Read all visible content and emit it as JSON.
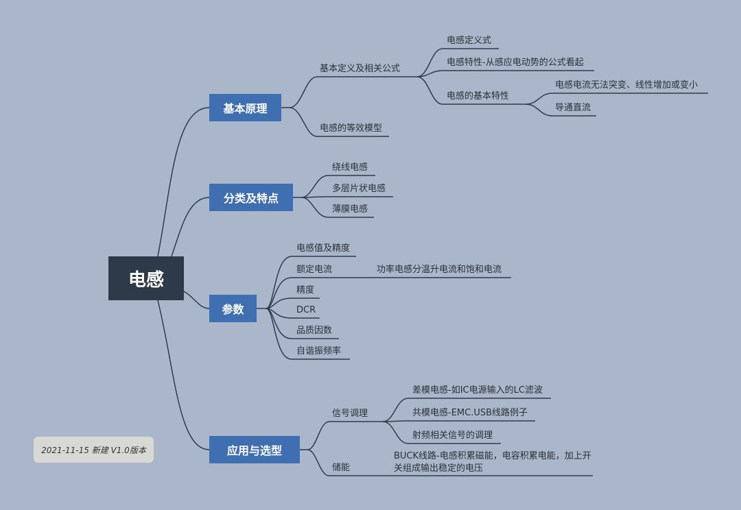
{
  "root": "电感",
  "branches": {
    "b1": "基本原理",
    "b2": "分类及特点",
    "b3": "参数",
    "b4": "应用与选型"
  },
  "nodes": {
    "n1": "基本定义及相关公式",
    "n1a": "电感定义式",
    "n1b": "电感特性-从感应电动势的公式看起",
    "n1c": "电感的基本特性",
    "n1c1": "电感电流无法突变、线性增加或变小",
    "n1c2": "导通直流",
    "n2": "电感的等效模型",
    "n3": "绕线电感",
    "n4": "多层片状电感",
    "n5": "薄膜电感",
    "n6": "电感值及精度",
    "n7": "额定电流",
    "n7a": "功率电感分温升电流和饱和电流",
    "n8": "精度",
    "n9": "DCR",
    "n10": "品质因数",
    "n11": "自谐振频率",
    "n12": "信号调理",
    "n12a": "差模电感-如IC电源输入的LC滤波",
    "n12b": "共模电感-EMC.USB线路例子",
    "n12c": "射频相关信号的调理",
    "n13": "储能",
    "n13a": "BUCK线路-电感积累磁能，电容积累电能，加上开关组成输出稳定的电压"
  },
  "note": "2021-11-15 新建 V1.0版本",
  "colors": {
    "background": "#aab7cb",
    "root": "#2c3a49",
    "branch": "#3f6fb0",
    "line": "#2f3b4c"
  }
}
